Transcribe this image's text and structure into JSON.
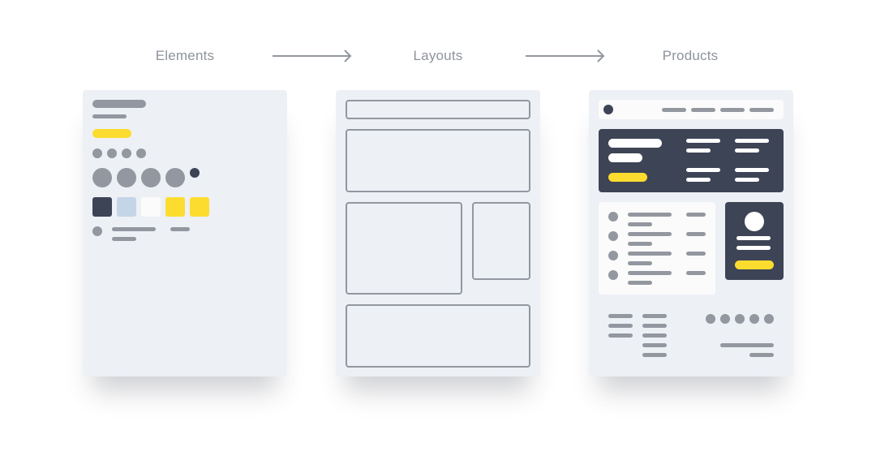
{
  "steps": {
    "elements": "Elements",
    "layouts": "Layouts",
    "products": "Products"
  },
  "colors": {
    "background": "#ffffff",
    "panel": "#edf0f5",
    "gray": "#93979f",
    "dark": "#3d4455",
    "yellow": "#fddc30",
    "light_blue": "#c4d5e8",
    "label": "#8e939c"
  },
  "icons": {
    "arrow_1": "arrow-right-icon",
    "arrow_2": "arrow-right-icon"
  }
}
